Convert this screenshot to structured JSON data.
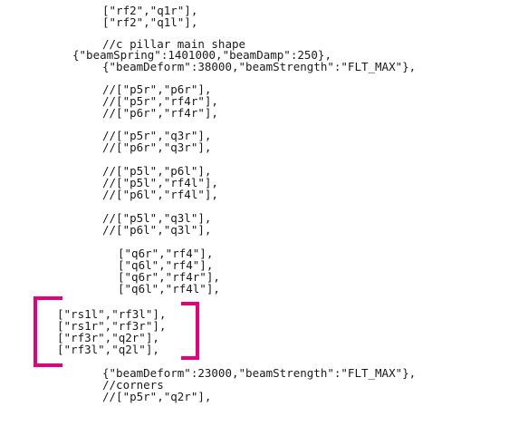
{
  "code_lines": [
    "[\"rf2\",\"q1r\"],",
    "[\"rf2\",\"q1l\"],",
    "//c pillar main shape",
    "{\"beamSpring\":1401000,\"beamDamp\":250},",
    "{\"beamDeform\":38000,\"beamStrength\":\"FLT_MAX\"},",
    "//[\"p5r\",\"p6r\"],",
    "//[\"p5r\",\"rf4r\"],",
    "//[\"p6r\",\"rf4r\"],",
    "//[\"p5r\",\"q3r\"],",
    "//[\"p6r\",\"q3r\"],",
    "//[\"p5l\",\"p6l\"],",
    "//[\"p5l\",\"rf4l\"],",
    "//[\"p6l\",\"rf4l\"],",
    "//[\"p5l\",\"q3l\"],",
    "//[\"p6l\",\"q3l\"],",
    "[\"q6r\",\"rf4\"],",
    "[\"q6l\",\"rf4\"],",
    "[\"q6r\",\"rf4r\"],",
    "[\"q6l\",\"rf4l\"],",
    "[\"rs1l\",\"rf3l\"],",
    "[\"rs1r\",\"rf3r\"],",
    "[\"rf3r\",\"q2r\"],",
    "[\"rf3l\",\"q2l\"],",
    "{\"beamDeform\":23000,\"beamStrength\":\"FLT_MAX\"},",
    "//corners",
    "//[\"p5r\",\"q2r\"],"
  ],
  "colors": {
    "text": "#1a1a1a",
    "highlight_bracket": "#e6007e",
    "background": "#ffffff"
  }
}
